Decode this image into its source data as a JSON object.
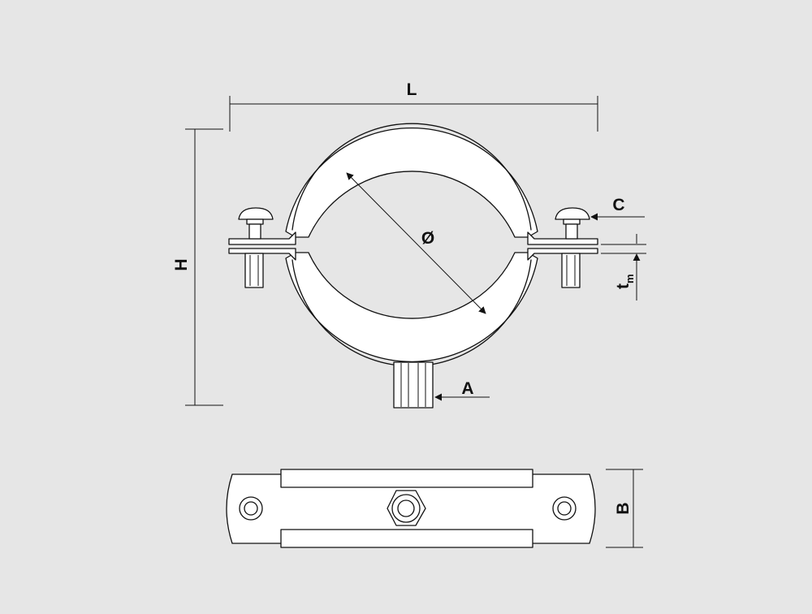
{
  "labels": {
    "length": "L",
    "height": "H",
    "diameter": "Ø",
    "screw": "C",
    "thickness": "t",
    "thickness_sub": "m",
    "thread": "A",
    "width": "B"
  },
  "colors": {
    "background": "#e6e6e6",
    "line": "#111111",
    "part_fill": "#ffffff"
  }
}
